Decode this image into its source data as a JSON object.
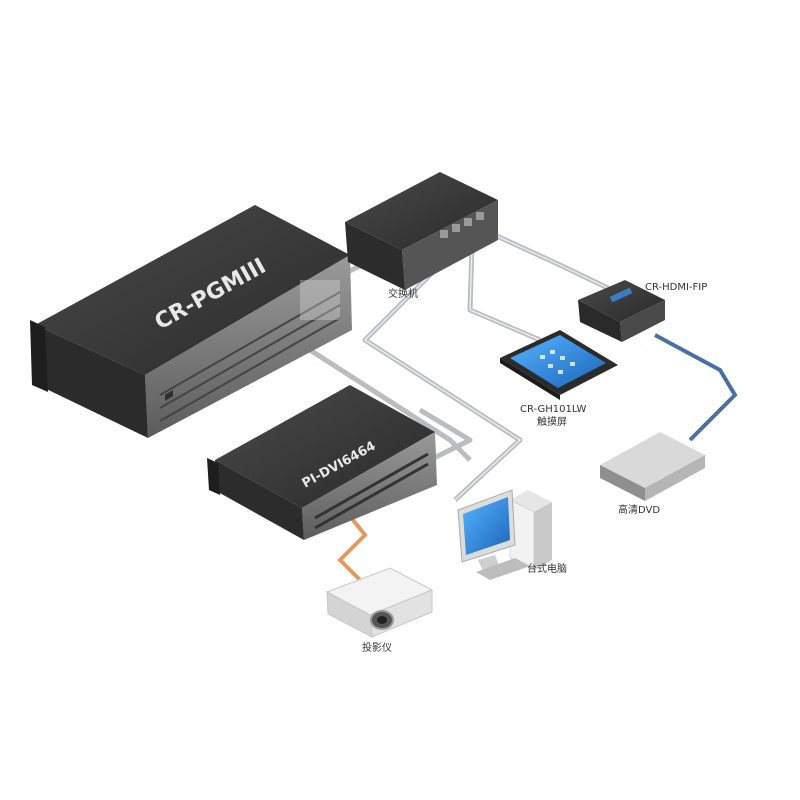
{
  "devices": {
    "main_controller": {
      "label": "CR-PGMIII"
    },
    "matrix": {
      "label": "PI-DVI6464"
    },
    "switch": {
      "label": "交换机"
    },
    "hdmi_fip": {
      "label": "CR-HDMI-FIP"
    },
    "touch_panel": {
      "label": "CR-GH101LW",
      "sublabel": "触摸屏"
    },
    "dvd": {
      "label": "高清DVD"
    },
    "computer": {
      "label": "台式电脑"
    },
    "projector": {
      "label": "投影仪"
    }
  },
  "colors": {
    "cable_network": "#b9bcc0",
    "cable_video": "#4a6fa5",
    "cable_hdmi_out": "#e59a5b",
    "device_dark": "#3a3a3a",
    "screen_blue": "#2e86d8"
  },
  "icons": [
    "rack-chassis-icon",
    "switch-box-icon",
    "converter-box-icon",
    "tablet-icon",
    "dvd-player-icon",
    "desktop-pc-icon",
    "projector-icon"
  ]
}
